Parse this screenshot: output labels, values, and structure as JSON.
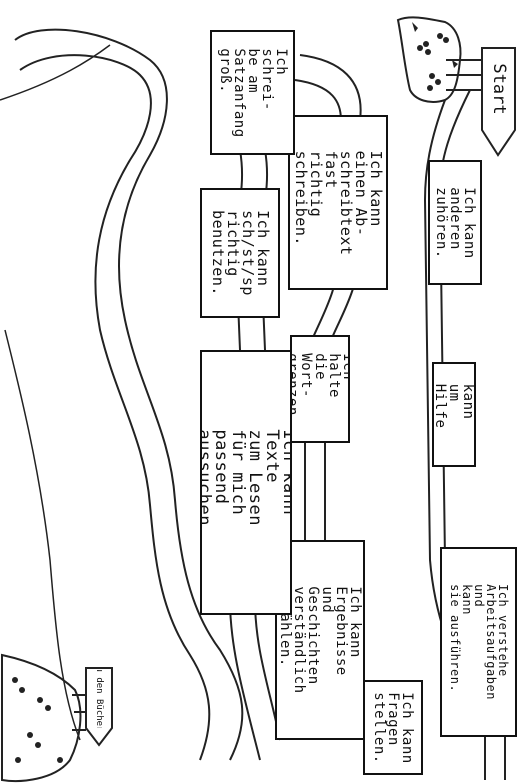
{
  "board": {
    "start_label": "Start",
    "finish_label": "Zu den Büchern",
    "tasks": [
      "Ich kann\nanderen\nzuhören.",
      "Ich kann\num Hilfe\nbitten.",
      "Ich verstehe\nArbeitsaufgaben\nund\nkann\nsie ausführen.",
      "Ich kann\nFragen\nstellen.",
      "Ich kann\nErgebnisse und\nGeschichten\nverständlich\nerzählen.",
      "Ich halte\ndie Wort-\ngrenzen.",
      "Ich kann\neinen Ab-\nschreibtext\nfast richtig\nschreiben.",
      "Ich schrei-\nbe am\nSatzanfang\ngroß.",
      "Ich kann\nsch/st/sp\nrichtig\nbenutzen.",
      "Ich kann Texte\nzum Lesen\nfür mich\npassend aussuchen."
    ]
  }
}
